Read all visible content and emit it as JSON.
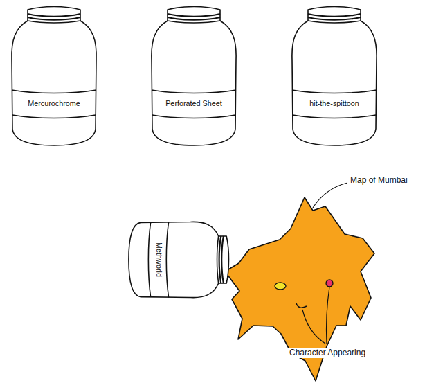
{
  "diagram": {
    "nodes": [
      {
        "text": [
          "Mercurochrome"
        ]
      },
      {
        "text": [
          "Perforated Sheet"
        ]
      },
      {
        "text": [
          "hit-the-spittoon"
        ]
      },
      {
        "text": [
          "Methworld"
        ]
      }
    ],
    "labels": [
      "Map of Mumbai",
      "Character Appearing"
    ]
  }
}
